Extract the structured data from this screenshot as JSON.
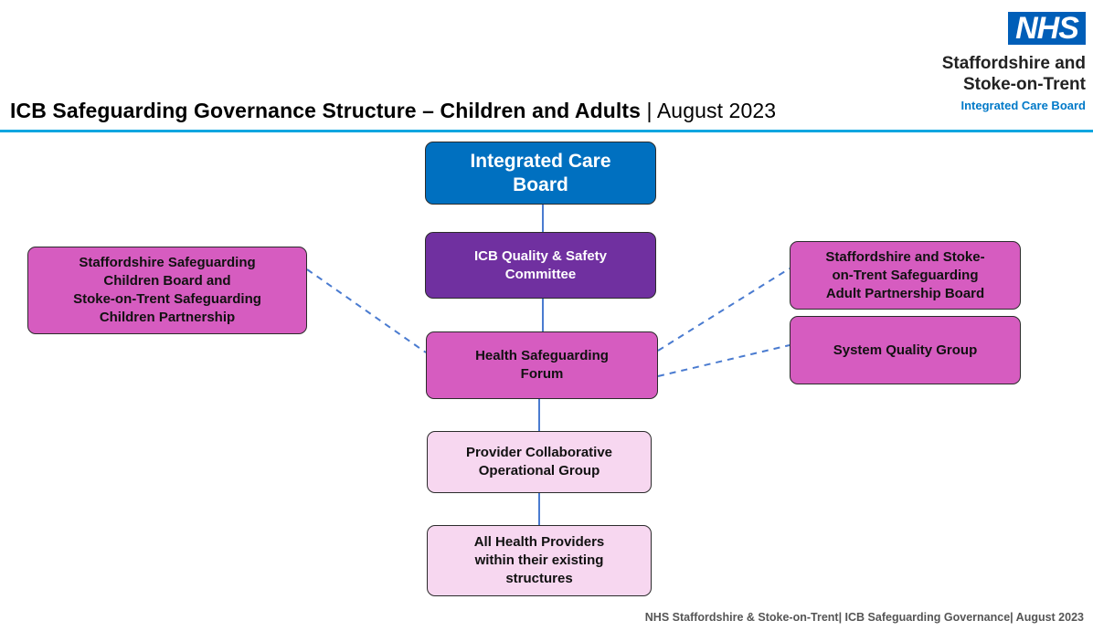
{
  "title": {
    "bold": "ICB Safeguarding Governance Structure – Children and Adults",
    "separator": " | ",
    "date": "August 2023"
  },
  "logo": {
    "nhs": "NHS",
    "line1": "Staffordshire and",
    "line2": "Stoke-on-Trent",
    "line3": "Integrated Care Board"
  },
  "nodes": {
    "icb": "Integrated Care\nBoard",
    "quality_safety": "ICB Quality & Safety\nCommittee",
    "children_board": "Staffordshire Safeguarding\nChildren Board and\nStoke-on-Trent Safeguarding\nChildren Partnership",
    "adult_board": "Staffordshire and Stoke-\non-Trent Safeguarding\nAdult Partnership Board",
    "system_quality": "System  Quality Group",
    "health_forum": "Health Safeguarding\nForum",
    "provider_group": "Provider Collaborative\nOperational Group",
    "all_providers": "All Health Providers\nwithin their existing\nstructures"
  },
  "colors": {
    "icb": "#0070c0",
    "quality_safety": "#7030a0",
    "pink": "#d65cc0",
    "light_pink": "#f7d7f0",
    "connector": "#4a7bd0",
    "rule": "#0aa6e0",
    "nhs_blue": "#005eb8"
  },
  "footer": "NHS Staffordshire & Stoke-on-Trent| ICB Safeguarding Governance| August 2023"
}
